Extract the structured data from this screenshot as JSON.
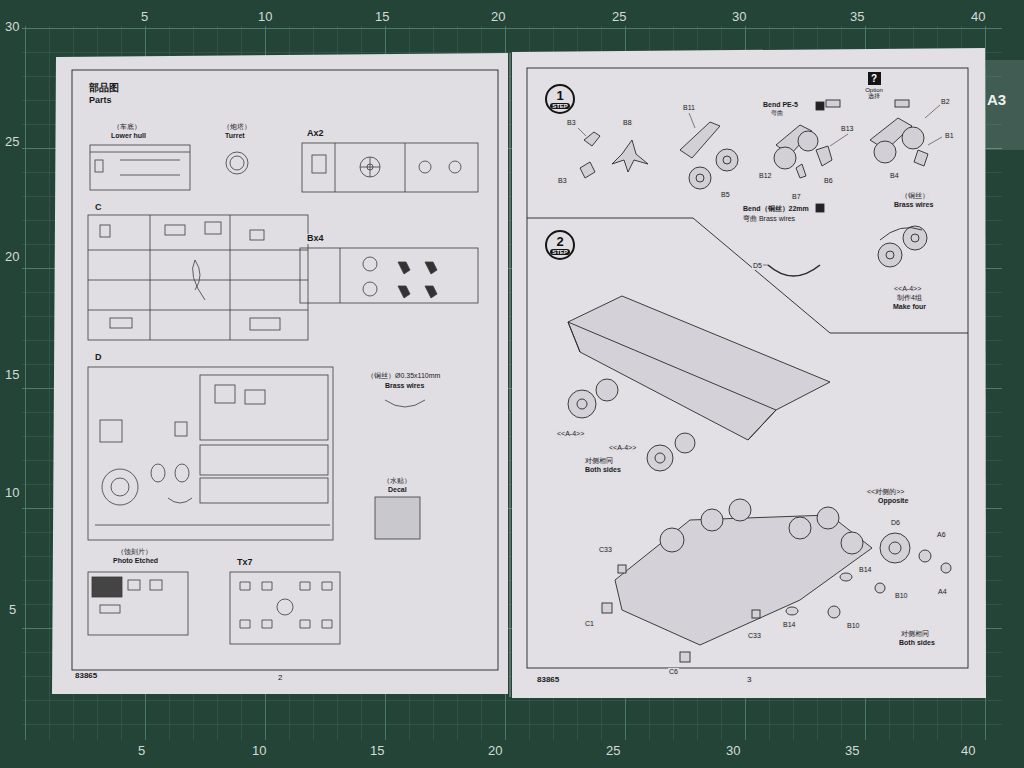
{
  "diagram": {
    "nodes": [
      {
        "text": [
          "1",
          "STEP"
        ]
      },
      {
        "text": [
          "?",
          "Option",
          "选择"
        ]
      },
      {
        "text": [
          "2",
          "STEP"
        ]
      }
    ],
    "labels": [
      "5",
      "10",
      "15",
      "20",
      "25",
      "30",
      "35",
      "40",
      "30",
      "25",
      "20",
      "15",
      "10",
      "5",
      "5",
      "10",
      "15",
      "20",
      "25",
      "30",
      "35",
      "40",
      "A3",
      "部品图",
      "Parts",
      "（车底）",
      "Lower hull",
      "（炮塔）",
      "Turret",
      "Ax2",
      "C",
      "Bx4",
      "D",
      "（铜丝）Ø0.35x110mm",
      "Brass wires",
      "（水贴）",
      "Decal",
      "（蚀刻片）",
      "Photo Etched",
      "Tx7",
      "83865",
      "2",
      "B3",
      "B8",
      "B3",
      "B11",
      "B5",
      "Bend PE-5",
      "弯曲",
      "B13",
      "B2",
      "B1",
      "B4",
      "B12",
      "B7",
      "B6",
      "Bend（铜丝）22mm",
      "弯曲 Brass wires",
      "D5",
      "（铜丝）",
      "Brass wires",
      "<<A-4>>",
      "制作4组",
      "Make four",
      "<<A-4>>",
      "对侧相同",
      "Both sides",
      "<<A-4>>",
      "<<对侧的>>",
      "Opposite",
      "D6",
      "A6",
      "A4",
      "B14",
      "B10",
      "B10",
      "B14",
      "对侧相同",
      "Both sides",
      "C33",
      "C1",
      "C6",
      "C33",
      "83865",
      "3"
    ]
  }
}
